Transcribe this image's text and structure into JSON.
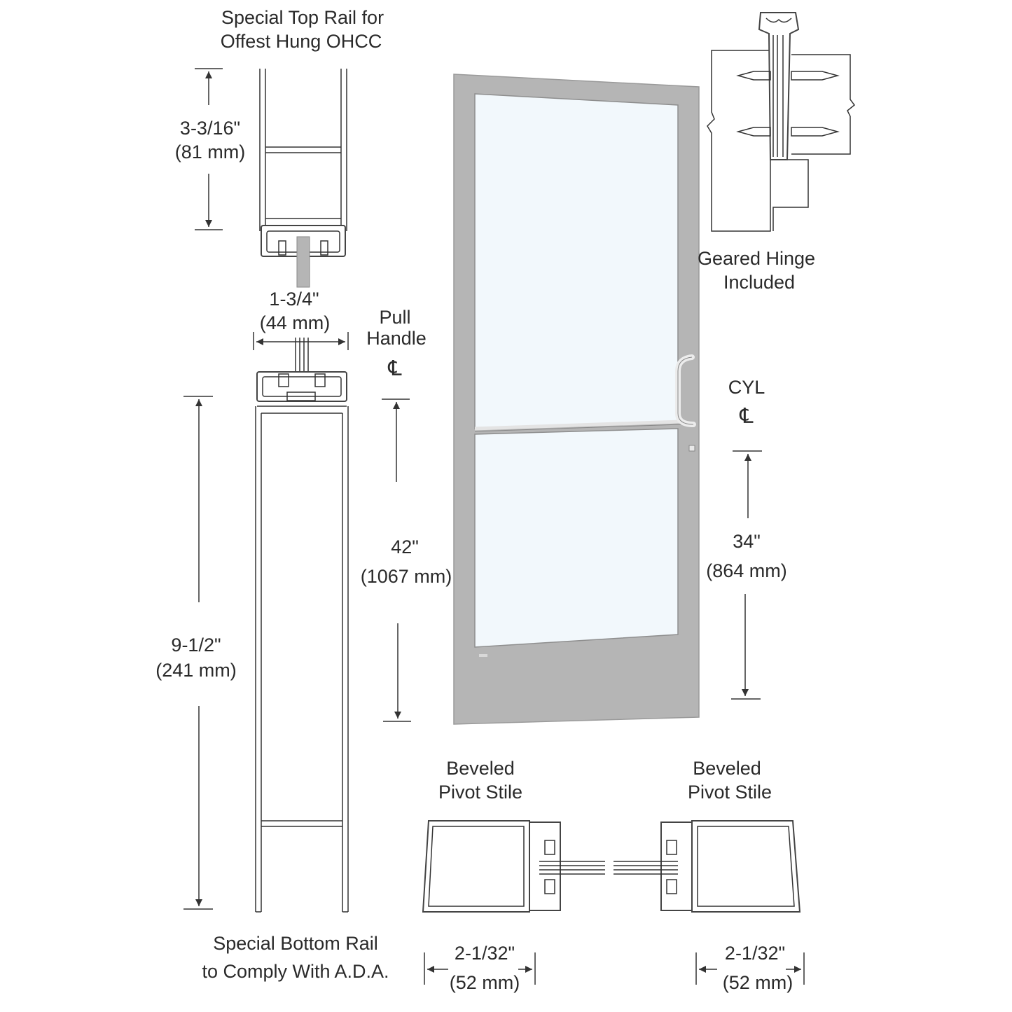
{
  "labels": {
    "top_rail_title": [
      "Special Top Rail for",
      "Offest Hung OHCC"
    ],
    "top_rail_height": [
      "3-3/16\"",
      "(81 mm)"
    ],
    "rail_width": [
      "1-3/4\"",
      "(44 mm)"
    ],
    "bottom_rail_height": [
      "9-1/2\"",
      "(241 mm)"
    ],
    "bottom_rail_title": [
      "Special Bottom Rail",
      "to Comply With A.D.A."
    ],
    "pull_handle": [
      "Pull",
      "Handle"
    ],
    "pull_handle_cl": "℄",
    "pull_height": [
      "42\"",
      "(1067 mm)"
    ],
    "cyl": "CYL",
    "cyl_cl": "℄",
    "cyl_height": [
      "34\"",
      "(864 mm)"
    ],
    "geared_hinge": [
      "Geared Hinge",
      "Included"
    ],
    "stile_left_title": [
      "Beveled",
      "Pivot Stile"
    ],
    "stile_right_title": [
      "Beveled",
      "Pivot Stile"
    ],
    "stile_left_width": [
      "2-1/32\"",
      "(52 mm)"
    ],
    "stile_right_width": [
      "2-1/32\"",
      "(52 mm)"
    ]
  },
  "colors": {
    "door_frame": "#b5b5b5",
    "glass": "#f2f8fc",
    "line": "#333333"
  }
}
